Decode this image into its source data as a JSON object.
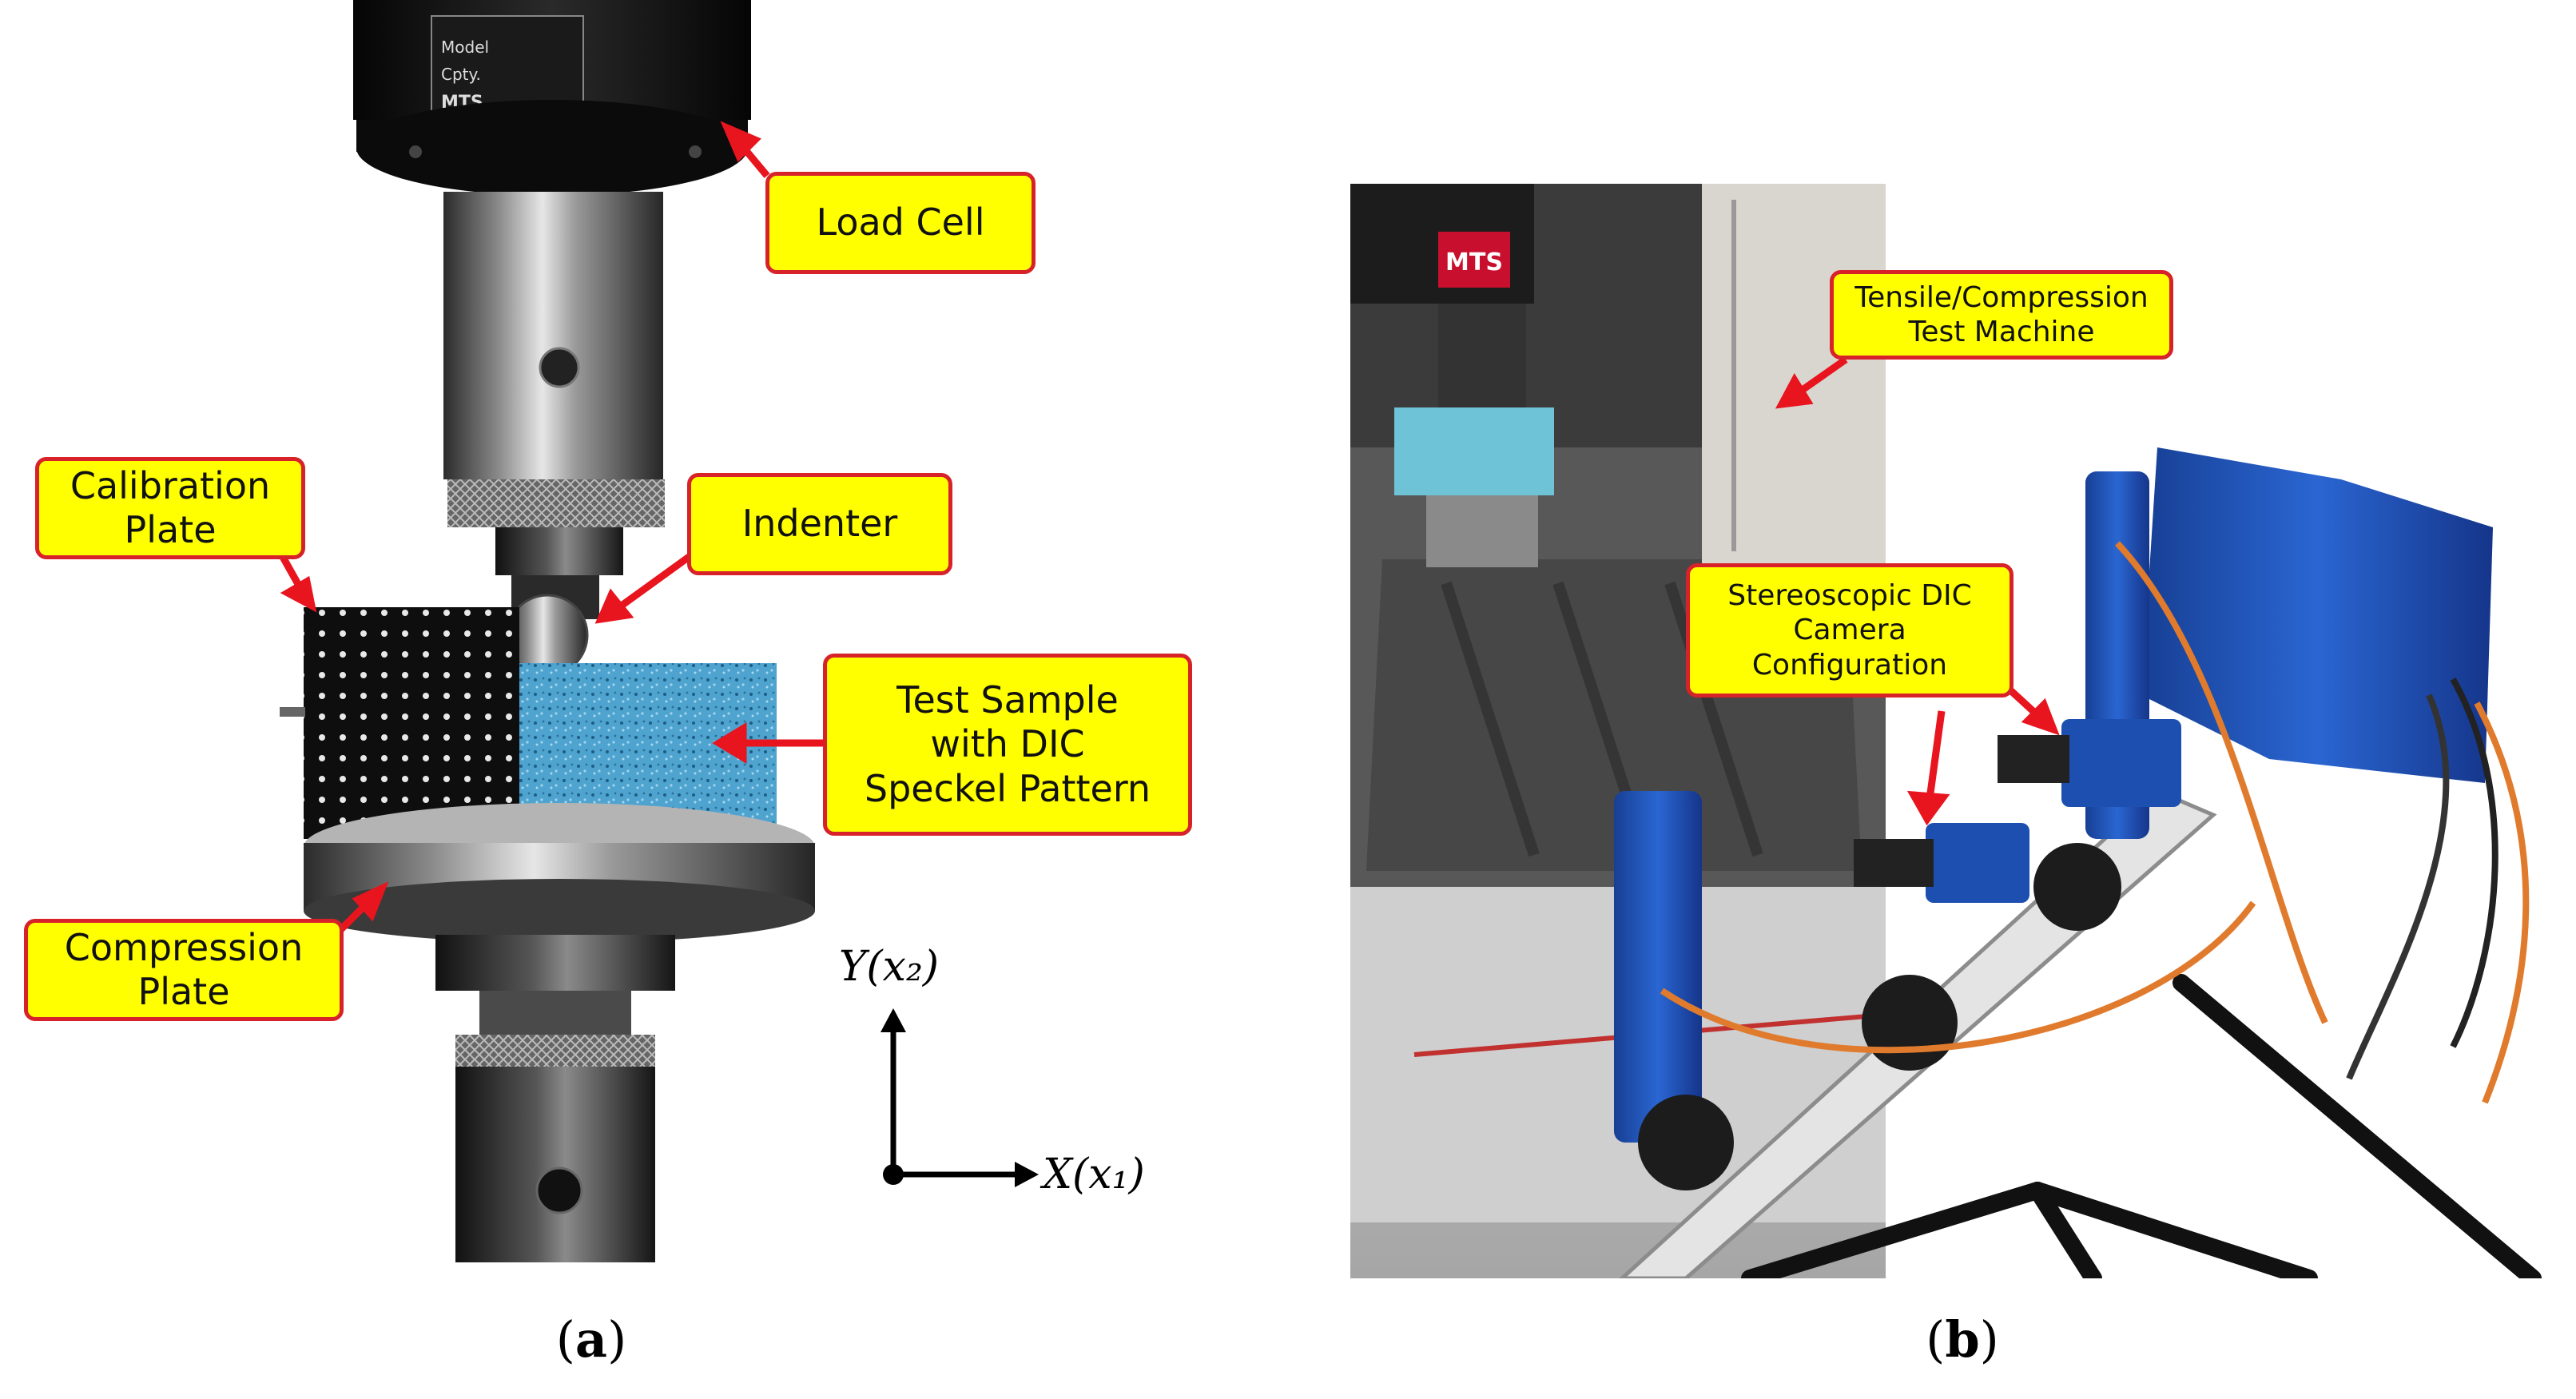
{
  "panels": [
    {
      "caption_letter": "a",
      "callouts": {
        "load_cell": "Load Cell",
        "calibration_plate": "Calibration\nPlate",
        "indenter": "Indenter",
        "test_sample": "Test Sample\nwith DIC\nSpeckel Pattern",
        "compression_plate": "Compression\nPlate"
      },
      "axes": {
        "y_label": "Y(x₂)",
        "x_label": "X(x₁)"
      },
      "machine_text": {
        "brand": "MTS",
        "model_label": "Model",
        "capacity_label": "Cpty."
      }
    },
    {
      "caption_letter": "b",
      "callouts": {
        "test_machine": "Tensile/Compression\nTest Machine",
        "dic_cameras": "Stereoscopic DIC\nCamera\nConfiguration"
      },
      "machine_text": {
        "brand": "MTS"
      }
    }
  ],
  "colors": {
    "callout_fill": "#ffff00",
    "callout_border": "#d8222a",
    "arrow": "#e8141e",
    "speckle_blue": "#4fa3cf",
    "camera_blue": "#1c4fae"
  }
}
